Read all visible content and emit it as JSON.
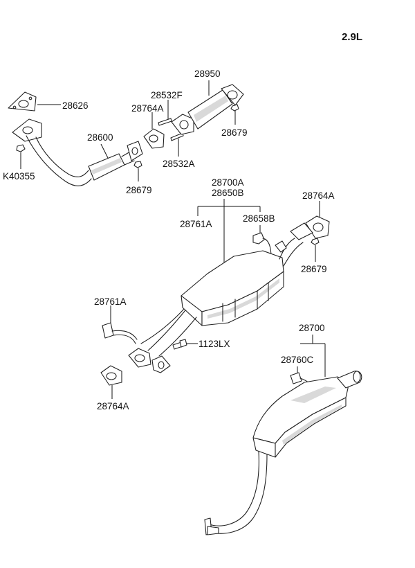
{
  "engine_label": "2.9L",
  "labels": {
    "p28626": "28626",
    "p28600": "28600",
    "pK40355": "K40355",
    "p28679_a": "28679",
    "p28950": "28950",
    "p28532F": "28532F",
    "p28764A_a": "28764A",
    "p28679_b": "28679",
    "p28532A": "28532A",
    "p28700A": "28700A",
    "p28650B": "28650B",
    "p28761A_a": "28761A",
    "p28658B": "28658B",
    "p28764A_b": "28764A",
    "p28679_c": "28679",
    "p28761A_b": "28761A",
    "p1123LX": "1123LX",
    "p28764A_c": "28764A",
    "p28700": "28700",
    "p28760C": "28760C"
  }
}
